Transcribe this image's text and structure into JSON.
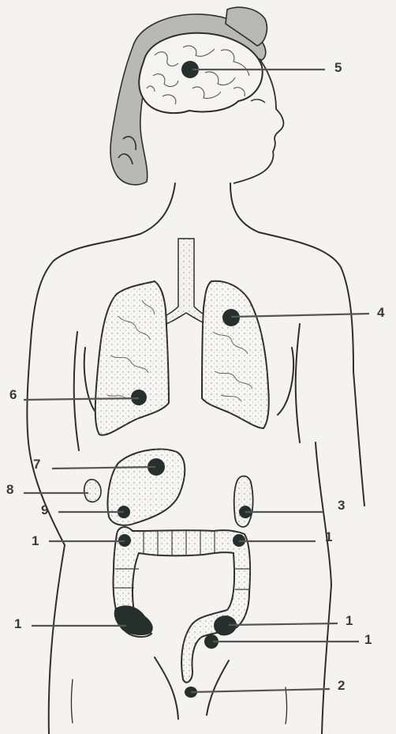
{
  "colors": {
    "background": "#f4f3f1",
    "ink": "#2e2e2e",
    "lesion": "#25302c",
    "organ_fill": "#f7f6f3",
    "leader_line": "#555555"
  },
  "labels": [
    "5",
    "4",
    "6",
    "7",
    "8",
    "9",
    "3",
    "1",
    "1",
    "1",
    "1",
    "1",
    "2"
  ]
}
